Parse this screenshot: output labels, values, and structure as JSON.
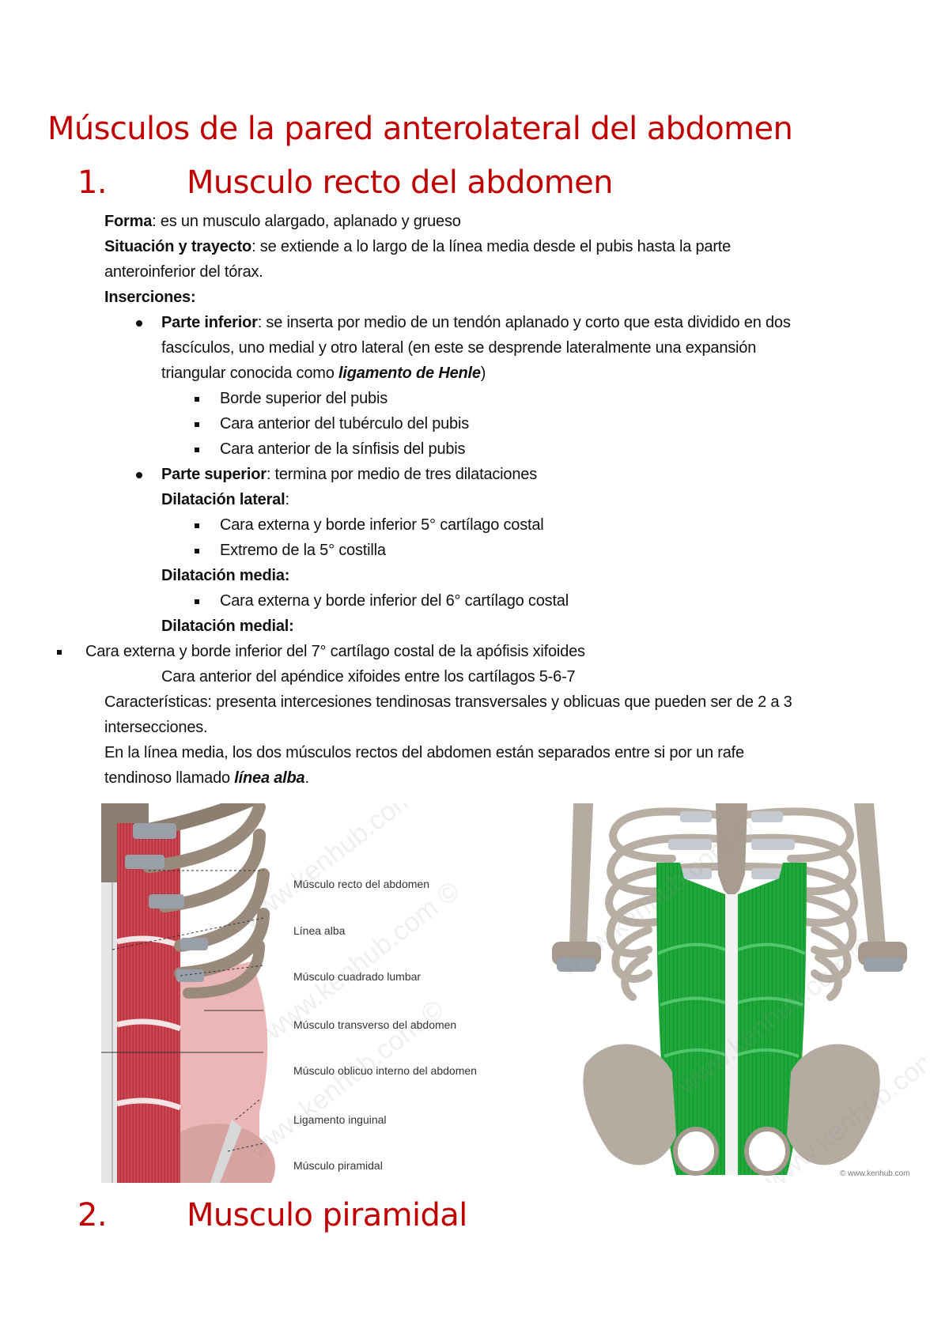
{
  "document": {
    "title": "Músculos de la pared anterolateral del abdomen",
    "section1": {
      "number": "1.",
      "heading": "Musculo recto del abdomen",
      "forma_label": "Forma",
      "forma_text": ": es un musculo alargado, aplanado y grueso",
      "situacion_label": "Situación y trayecto",
      "situacion_text_1": ": se extiende a lo largo de la línea media desde el pubis hasta la parte",
      "situacion_text_2": "anteroinferior del tórax.",
      "inserciones_label": "Inserciones:",
      "parte_inferior": {
        "label": "Parte inferior",
        "text_1": ": se inserta por medio de un tendón aplanado y corto que esta dividido en dos",
        "text_2": "fascículos, uno medial y otro lateral (en este se desprende lateralmente una expansión",
        "text_3a": "triangular conocida como ",
        "text_3_em": "ligamento de Henle",
        "text_3b": ")",
        "items": [
          "Borde superior del pubis",
          "Cara anterior del tubérculo del pubis",
          "Cara anterior de la sínfisis del pubis"
        ]
      },
      "parte_superior": {
        "label": "Parte superior",
        "text": ": termina por medio de tres dilataciones",
        "dilatacion_lateral": {
          "label": "Dilatación lateral",
          "colon": ":",
          "items": [
            "Cara externa y borde inferior 5° cartílago costal",
            "Extremo de la 5° costilla"
          ]
        },
        "dilatacion_media": {
          "label": "Dilatación media:",
          "items": [
            "Cara externa y borde inferior del 6° cartílago costal"
          ]
        },
        "dilatacion_medial": {
          "label": "Dilatación medial:",
          "items": [
            "Cara externa y borde inferior del 7° cartílago costal de la apófisis xifoides"
          ],
          "extra": "Cara anterior del apéndice xifoides entre los cartílagos 5-6-7"
        }
      },
      "caracteristicas_1": "Características: presenta intercesiones tendinosas transversales y oblicuas que pueden ser de 2 a 3",
      "caracteristicas_2": "intersecciones.",
      "linea_media_1": "En la línea media, los dos músculos rectos del abdomen están separados entre si por un rafe",
      "linea_media_2a": "tendinoso llamado ",
      "linea_media_2_em": "línea alba",
      "linea_media_2b": "."
    },
    "figure_left": {
      "labels": [
        "Músculo recto del abdomen",
        "Línea alba",
        "Músculo cuadrado lumbar",
        "Músculo transverso del abdomen",
        "Músculo oblicuo interno del abdomen",
        "Ligamento inguinal",
        "Músculo piramidal"
      ],
      "watermark": "www.kenhub.com ©"
    },
    "figure_right": {
      "credit": "© www.kenhub.com",
      "watermark": "www.kenhub.com ©"
    },
    "section2": {
      "number": "2.",
      "heading": "Musculo piramidal"
    }
  },
  "colors": {
    "heading": "#c00000",
    "muscle_red": "#c8404a",
    "muscle_green": "#1fa83a",
    "bone": "#b5aba0",
    "cartilage": "#b8bcc4"
  }
}
